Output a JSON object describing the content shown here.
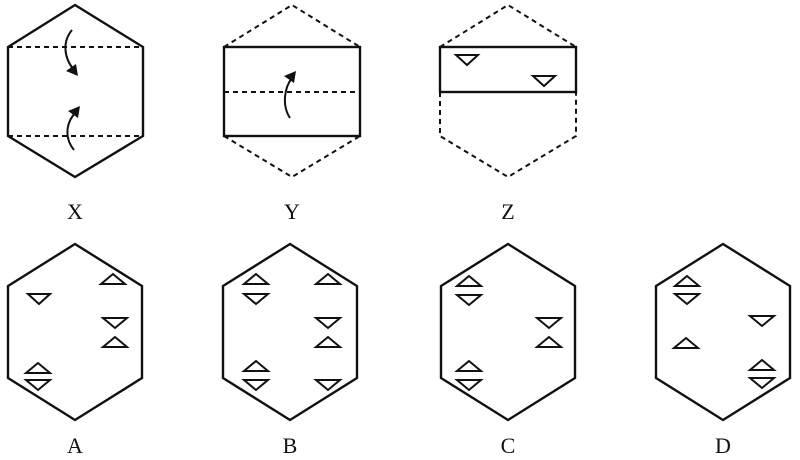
{
  "figures": {
    "X": "X",
    "Y": "Y",
    "Z": "Z"
  },
  "options": {
    "A": "A",
    "B": "B",
    "C": "C",
    "D": "D"
  }
}
